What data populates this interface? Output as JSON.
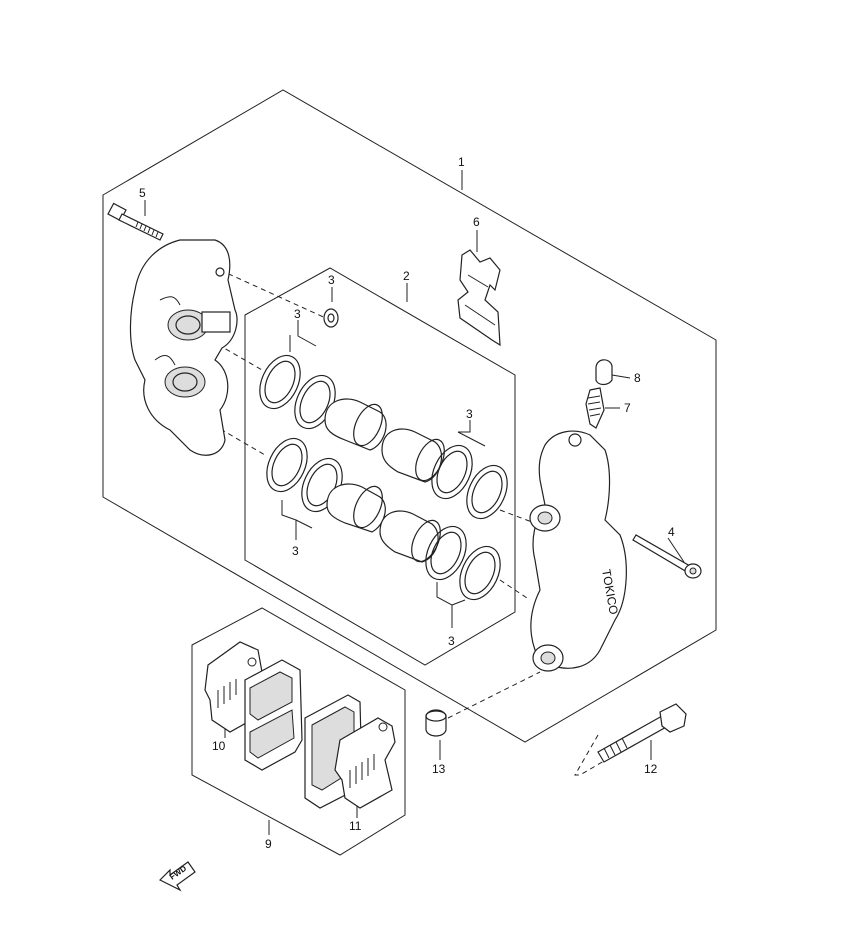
{
  "diagram": {
    "callouts": {
      "c1": "1",
      "c2": "2",
      "c3a": "3",
      "c3b": "3",
      "c3c": "3",
      "c3d": "3",
      "c3e": "3",
      "c4": "4",
      "c5": "5",
      "c6": "6",
      "c7": "7",
      "c8": "8",
      "c9": "9",
      "c10": "10",
      "c11": "11",
      "c12": "12",
      "c13": "13"
    },
    "caliper_marking": "TOKICO",
    "fwd_label": "FWD"
  },
  "colors": {
    "line": "#222222",
    "shade": "#dddddd",
    "background": "#ffffff"
  }
}
